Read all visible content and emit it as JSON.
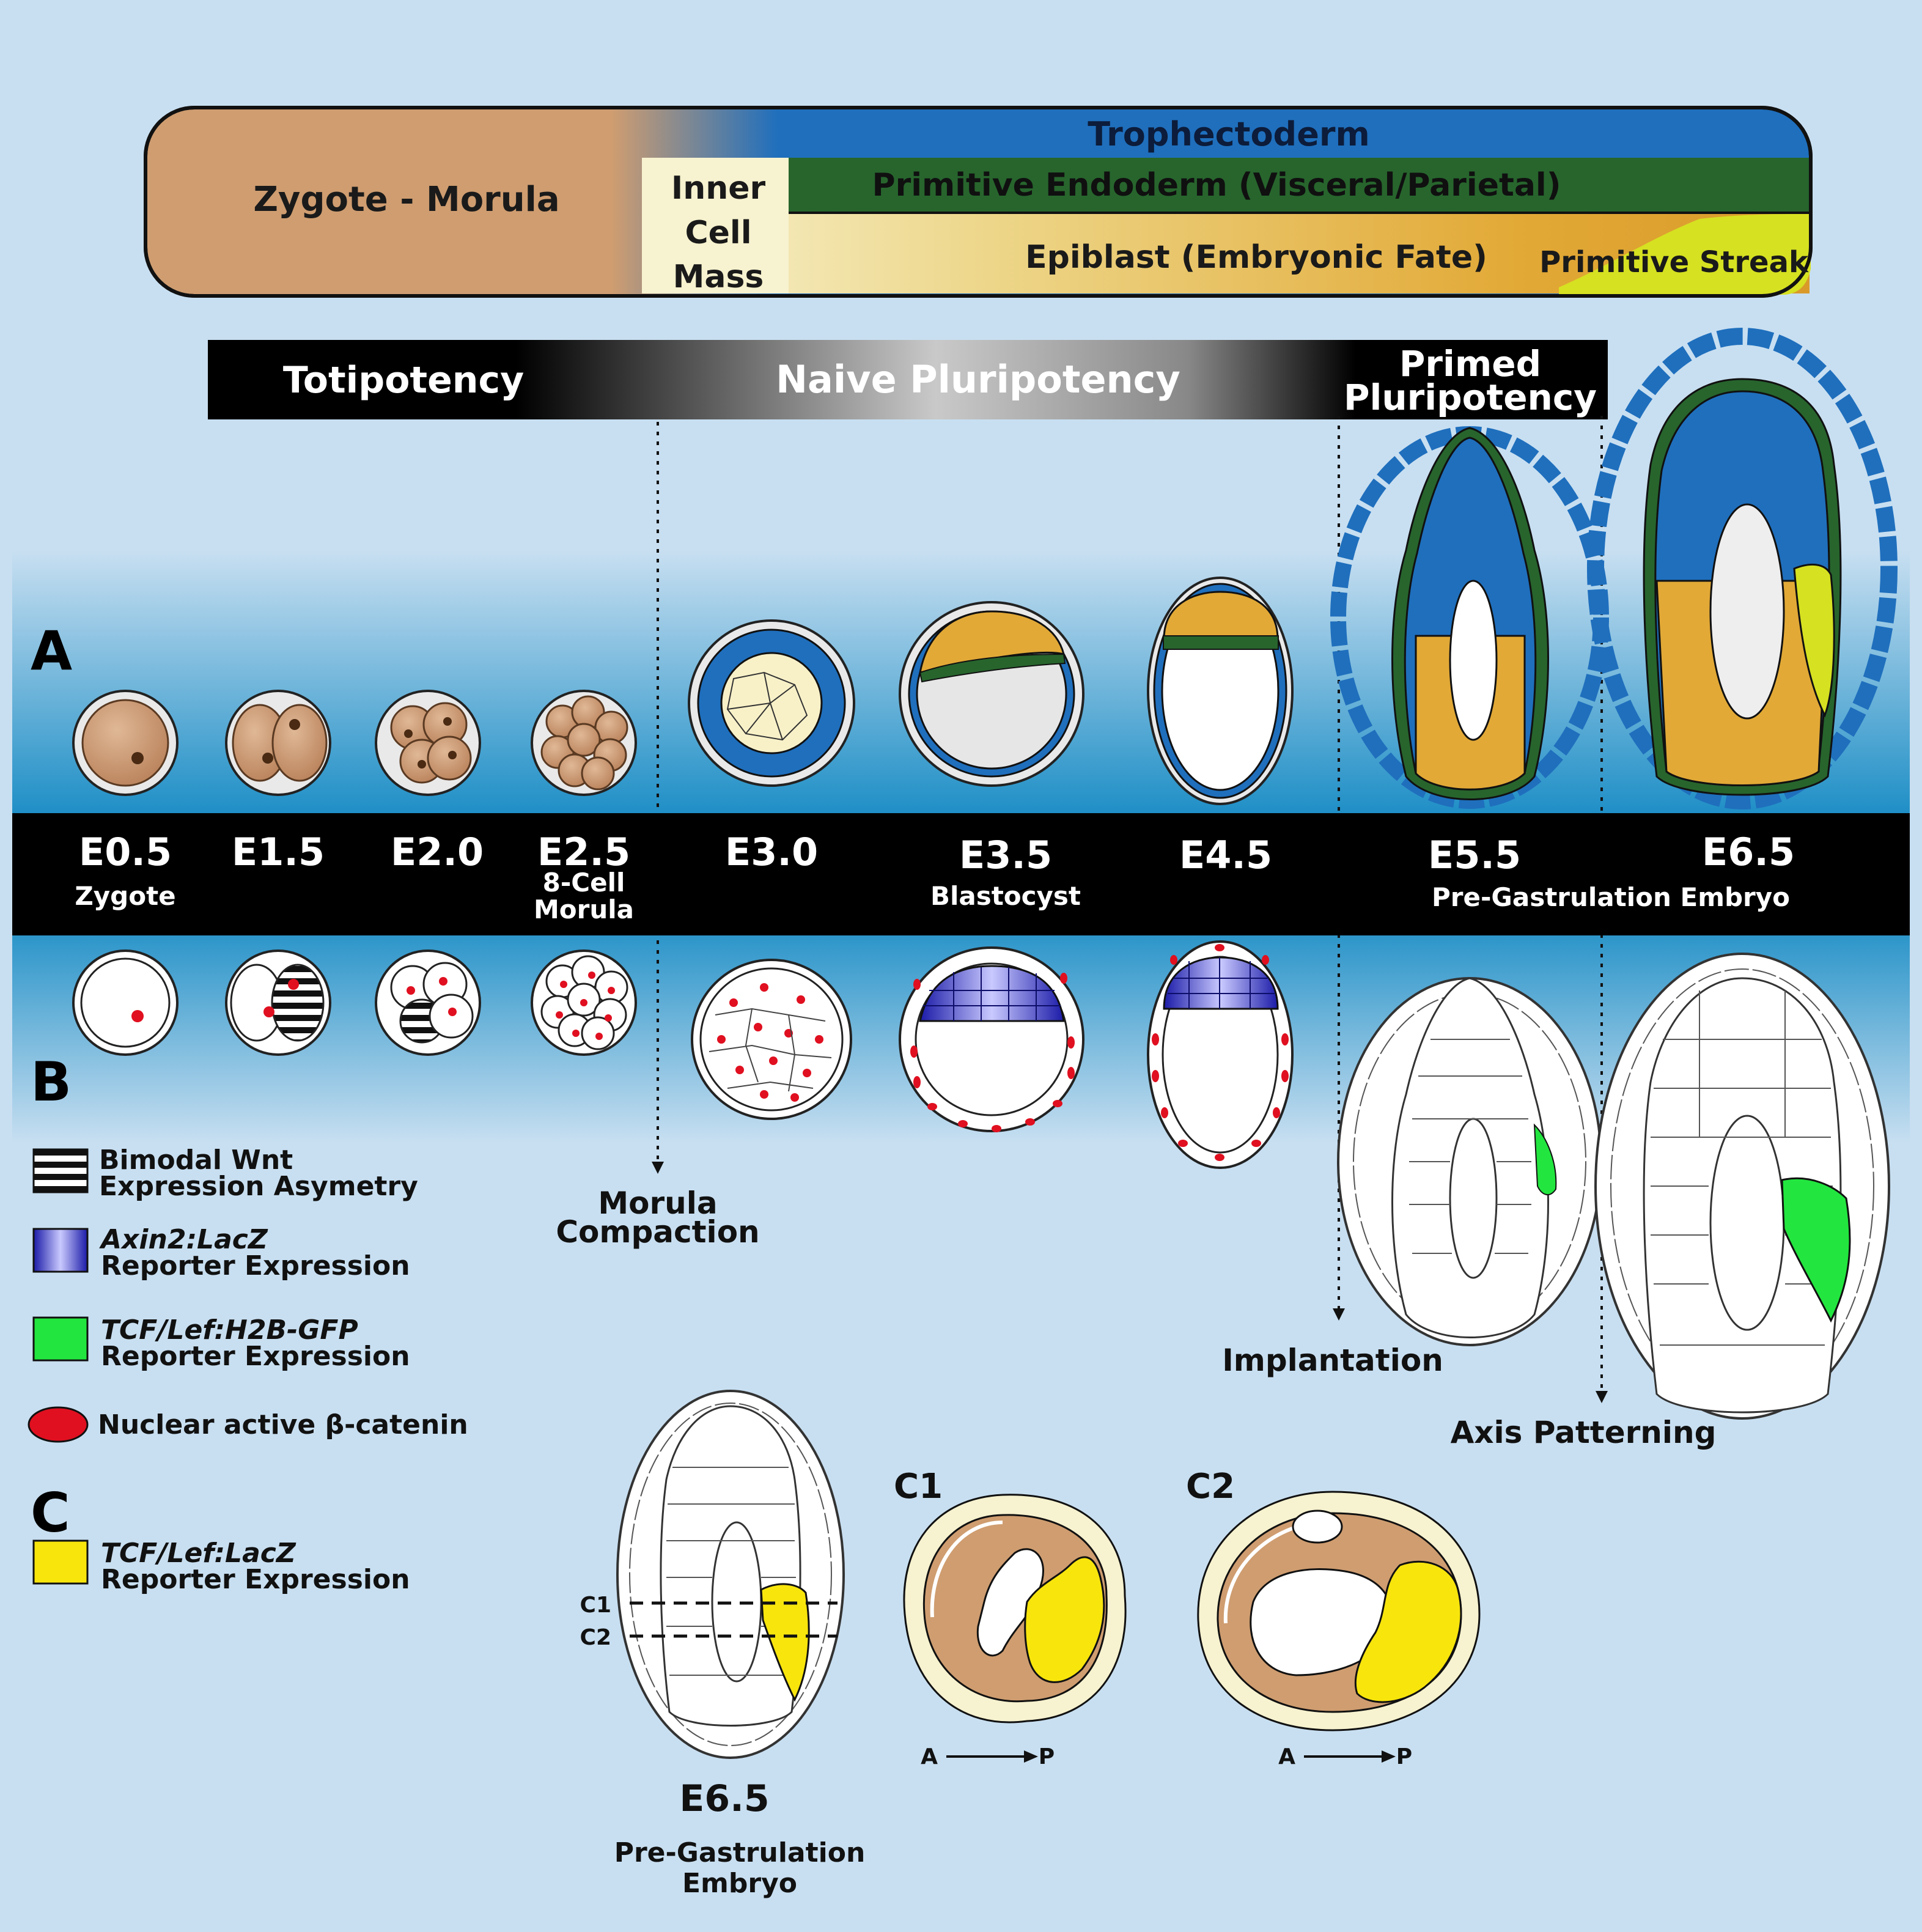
{
  "lineage_bar": {
    "zygote_morula": "Zygote - Morula",
    "inner_cell_mass": [
      "Inner",
      "Cell",
      "Mass"
    ],
    "trophectoderm": "Trophectoderm",
    "primitive_endoderm": "Primitive Endoderm (Visceral/Parietal)",
    "epiblast": "Epiblast (Embryonic Fate)",
    "primitive_streak": "Primitive Streak"
  },
  "potency_bar": {
    "totipotency": "Totipotency",
    "naive": "Naive Pluripotency",
    "primed": [
      "Primed",
      "Pluripotency"
    ]
  },
  "panels": {
    "a": "A",
    "b": "B",
    "c": "C"
  },
  "stages": [
    {
      "label": "E0.5",
      "sub": "Zygote"
    },
    {
      "label": "E1.5",
      "sub": ""
    },
    {
      "label": "E2.0",
      "sub": ""
    },
    {
      "label": "E2.5",
      "sub": "8-Cell Morula"
    },
    {
      "label": "E3.0",
      "sub": ""
    },
    {
      "label": "E3.5",
      "sub": "Blastocyst"
    },
    {
      "label": "E4.5",
      "sub": ""
    },
    {
      "label": "E5.5",
      "sub": ""
    },
    {
      "label": "E6.5",
      "sub": ""
    }
  ],
  "pre_gastrulation_label": "Pre-Gastrulation Embryo",
  "events": {
    "morula_compaction": [
      "Morula",
      "Compaction"
    ],
    "implantation": "Implantation",
    "axis_patterning": "Axis Patterning"
  },
  "legend": [
    {
      "key": "bimodal",
      "line1": "Bimodal Wnt",
      "line2": "Expression Asymetry"
    },
    {
      "key": "axin2",
      "line1": "Axin2:LacZ",
      "line2": "Reporter Expression"
    },
    {
      "key": "tcf_gfp",
      "line1": "TCF/Lef:H2B-GFP",
      "line2": "Reporter Expression"
    },
    {
      "key": "bcat",
      "line1": "Nuclear active β-catenin",
      "line2": ""
    },
    {
      "key": "tcf_lacz",
      "line1": "TCF/Lef:LacZ",
      "line2": "Reporter Expression"
    }
  ],
  "section_c": {
    "embryo_label": "E6.5",
    "embryo_sub": [
      "Pre-Gastrulation",
      "Embryo"
    ],
    "c1": "C1",
    "c2": "C2",
    "axis_a": "A",
    "axis_p": "P"
  },
  "colors": {
    "background": "#c8dff1",
    "band": "#2a93c8",
    "zygote": "#cf9d70",
    "trophectoderm": "#1f6fbd",
    "endoderm": "#27652d",
    "epiblast": "#e2a936",
    "streak": "#d6e121",
    "gfp": "#22e63f",
    "lacz": "#f8e50c",
    "bcat": "#e01020",
    "axin": "#2f2fcf"
  }
}
